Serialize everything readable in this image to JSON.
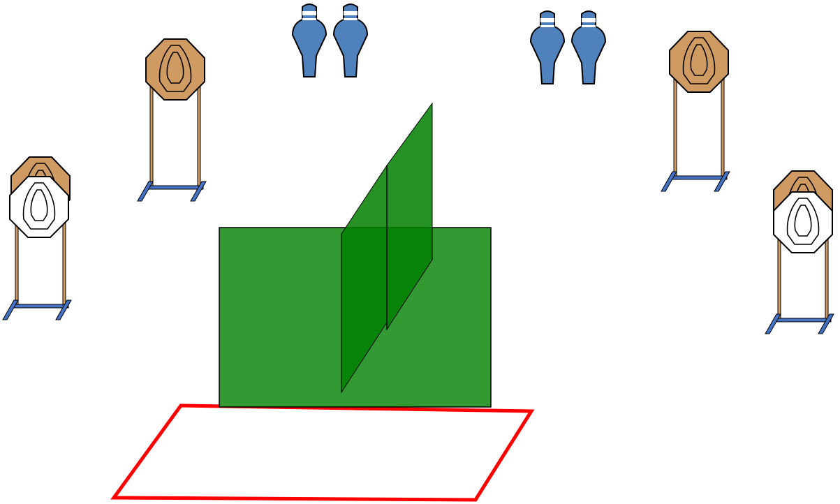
{
  "colors": {
    "background": "#ffffff",
    "wall_front": "#339933",
    "wall_angled": "#007f00",
    "shooting_box": "#ff0000",
    "target_paper": "#d09a63",
    "target_no_shoot": "#ffffff",
    "stand_pole": "#d09a63",
    "stand_base": "#4472c4",
    "popper": "#4f81bd",
    "outline": "#000000"
  },
  "elements": {
    "walls": [
      "front-wall",
      "angled-wall-left",
      "angled-wall-right"
    ],
    "shooting_area": "shooting-box",
    "paper_targets": [
      "target-upper-left",
      "target-upper-right",
      "target-lower-left",
      "target-lower-right"
    ],
    "no_shoot_targets": [
      "no-shoot-lower-left",
      "no-shoot-lower-right"
    ],
    "steel_poppers": [
      "popper-left-1",
      "popper-left-2",
      "popper-right-1",
      "popper-right-2"
    ]
  }
}
